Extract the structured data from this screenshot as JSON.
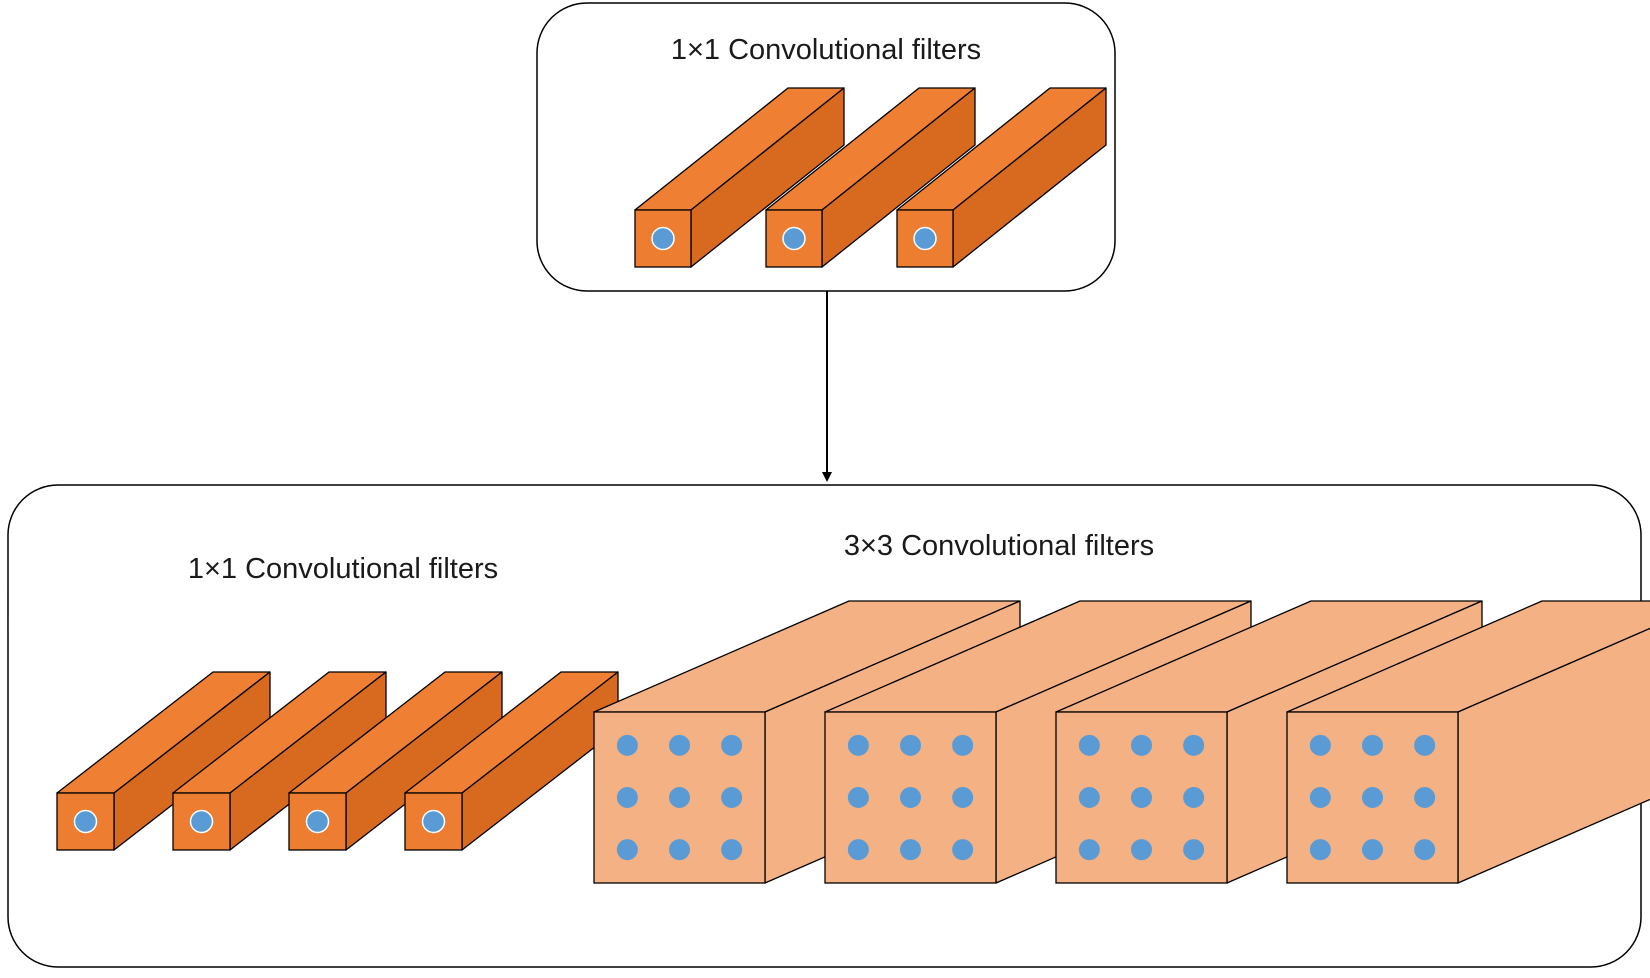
{
  "squeeze": {
    "title": "1×1 Convolutional filters",
    "filter_count": 3
  },
  "expand": {
    "left": {
      "title": "1×1 Convolutional filters",
      "filter_count": 4
    },
    "right": {
      "title": "3×3 Convolutional filters",
      "filter_count": 4,
      "dots_per_side": 3
    }
  },
  "colors": {
    "bar_front": "#ED7D31",
    "bar_top": "#EE7F33",
    "bar_side": "#D86A1F",
    "cube_face": "#F4B183",
    "dot": "#5B9BD5",
    "outline": "#000000"
  }
}
